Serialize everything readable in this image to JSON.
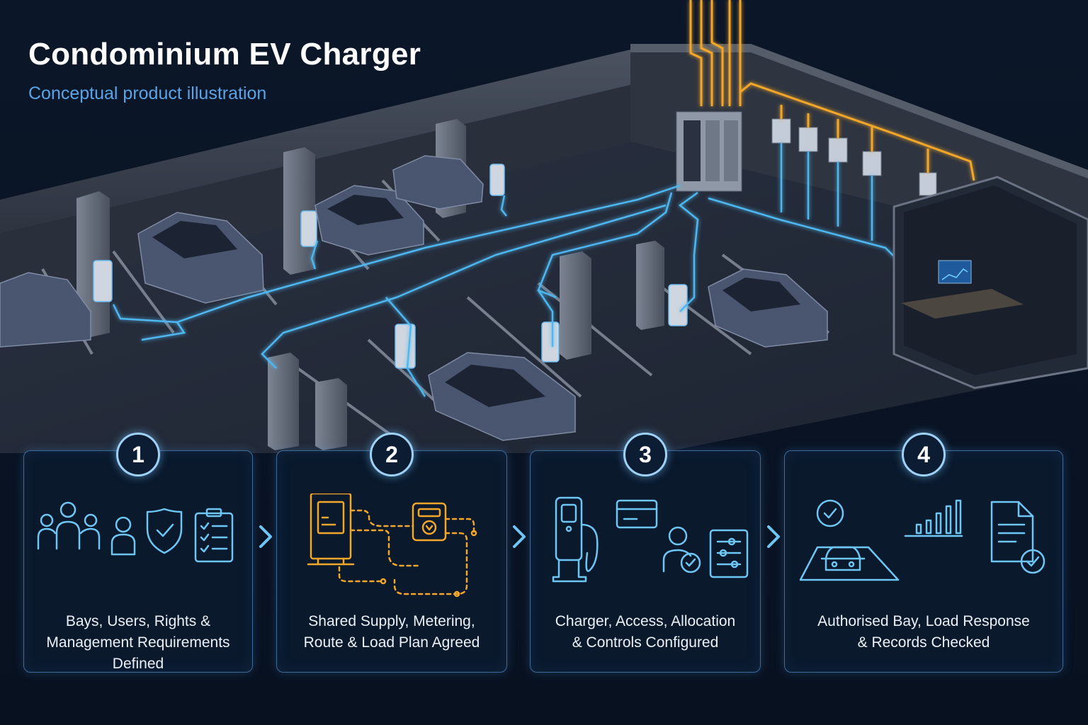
{
  "header": {
    "title": "Condominium EV Charger",
    "subtitle": "Conceptual product illustration"
  },
  "colors": {
    "background": "#0a1424",
    "accent_blue": "#5ab8f0",
    "accent_orange": "#f0a830",
    "card_border": "#3e6a98"
  },
  "steps": [
    {
      "number": "1",
      "line1": "Bays, Users, Rights &",
      "line2": "Management Requirements Defined",
      "icons": [
        "users-group-icon",
        "user-icon",
        "shield-check-icon",
        "clipboard-checklist-icon"
      ]
    },
    {
      "number": "2",
      "line1": "Shared Supply, Metering,",
      "line2": "Route & Load Plan Agreed",
      "icons": [
        "supply-panel-icon",
        "meter-icon",
        "cable-route-icon"
      ]
    },
    {
      "number": "3",
      "line1": "Charger, Access, Allocation",
      "line2": "& Controls Configured",
      "icons": [
        "ev-charger-icon",
        "access-card-icon",
        "user-check-icon",
        "control-panel-icon"
      ]
    },
    {
      "number": "4",
      "line1": "Authorised Bay, Load Response",
      "line2": "& Records Checked",
      "icons": [
        "car-bay-check-icon",
        "bar-chart-icon",
        "document-check-icon"
      ]
    }
  ]
}
